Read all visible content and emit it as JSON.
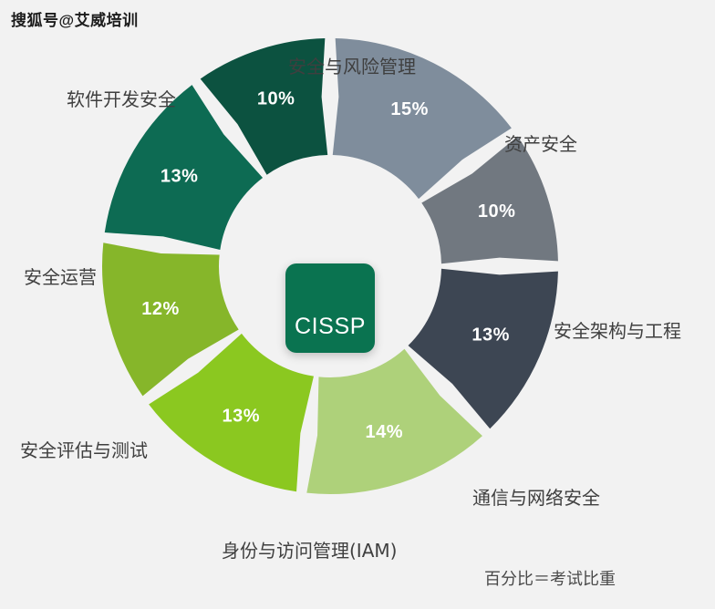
{
  "watermark": "搜狐号@艾威培训",
  "center": {
    "logo_label": "CISSP",
    "logo_color": "#0a7350"
  },
  "footnote": "百分比＝考试比重",
  "chart_data": {
    "type": "pie",
    "title": "CISSP",
    "subtitle": "",
    "xlabel": "",
    "ylabel": "",
    "legend_position": "outside-labels",
    "note": "百分比＝考试比重",
    "categories": [
      "安全与风险管理",
      "资产安全",
      "安全架构与工程",
      "通信与网络安全",
      "身份与访问管理(IAM)",
      "安全评估与测试",
      "安全运营",
      "软件开发安全"
    ],
    "values": [
      15,
      10,
      13,
      14,
      13,
      12,
      13,
      10
    ],
    "value_labels": [
      "15%",
      "10%",
      "13%",
      "14%",
      "13%",
      "12%",
      "13%",
      "10%"
    ],
    "colors": [
      "#7f8d9c",
      "#717880",
      "#3d4653",
      "#aed17a",
      "#8bc820",
      "#86b62a",
      "#0d6b53",
      "#0c5240"
    ]
  },
  "segments": [
    {
      "label": "安全与风险管理",
      "pct": "15%",
      "value": 15,
      "color": "#7f8d9c"
    },
    {
      "label": "资产安全",
      "pct": "10%",
      "value": 10,
      "color": "#717880"
    },
    {
      "label": "安全架构与工程",
      "pct": "13%",
      "value": 13,
      "color": "#3d4653"
    },
    {
      "label": "通信与网络安全",
      "pct": "14%",
      "value": 14,
      "color": "#aed17a"
    },
    {
      "label": "身份与访问管理(IAM)",
      "pct": "13%",
      "value": 13,
      "color": "#8bc820"
    },
    {
      "label": "安全评估与测试",
      "pct": "12%",
      "value": 12,
      "color": "#86b62a"
    },
    {
      "label": "安全运营",
      "pct": "13%",
      "value": 13,
      "color": "#0d6b53"
    },
    {
      "label": "软件开发安全",
      "pct": "10%",
      "value": 10,
      "color": "#0c5240"
    }
  ]
}
